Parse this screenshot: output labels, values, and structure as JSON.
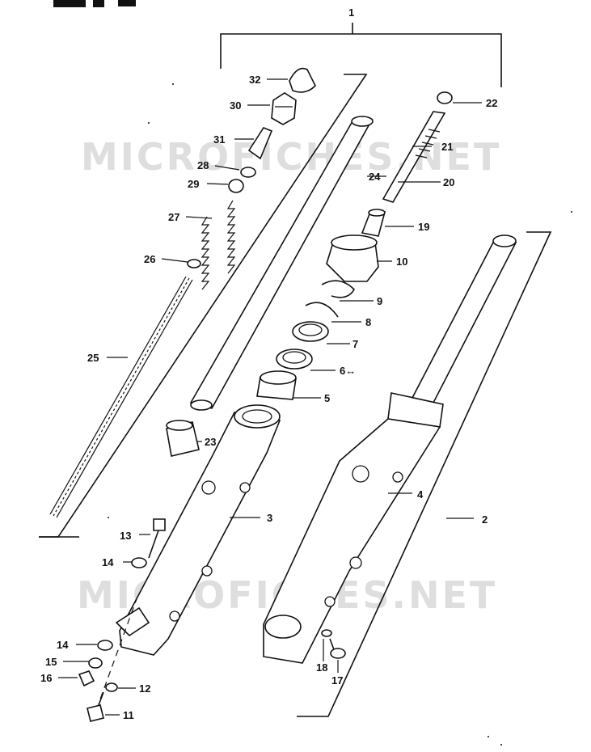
{
  "watermark": "MICROFICHES.NET",
  "labels": [
    "1",
    "2",
    "3",
    "4",
    "5",
    "6",
    "7",
    "8",
    "9",
    "10",
    "11",
    "12",
    "13",
    "14",
    "14",
    "15",
    "16",
    "17",
    "18",
    "19",
    "20",
    "21",
    "22",
    "23",
    "24",
    "25",
    "26",
    "27",
    "28",
    "29",
    "30",
    "31",
    "32"
  ],
  "label_6_text": "6↔"
}
